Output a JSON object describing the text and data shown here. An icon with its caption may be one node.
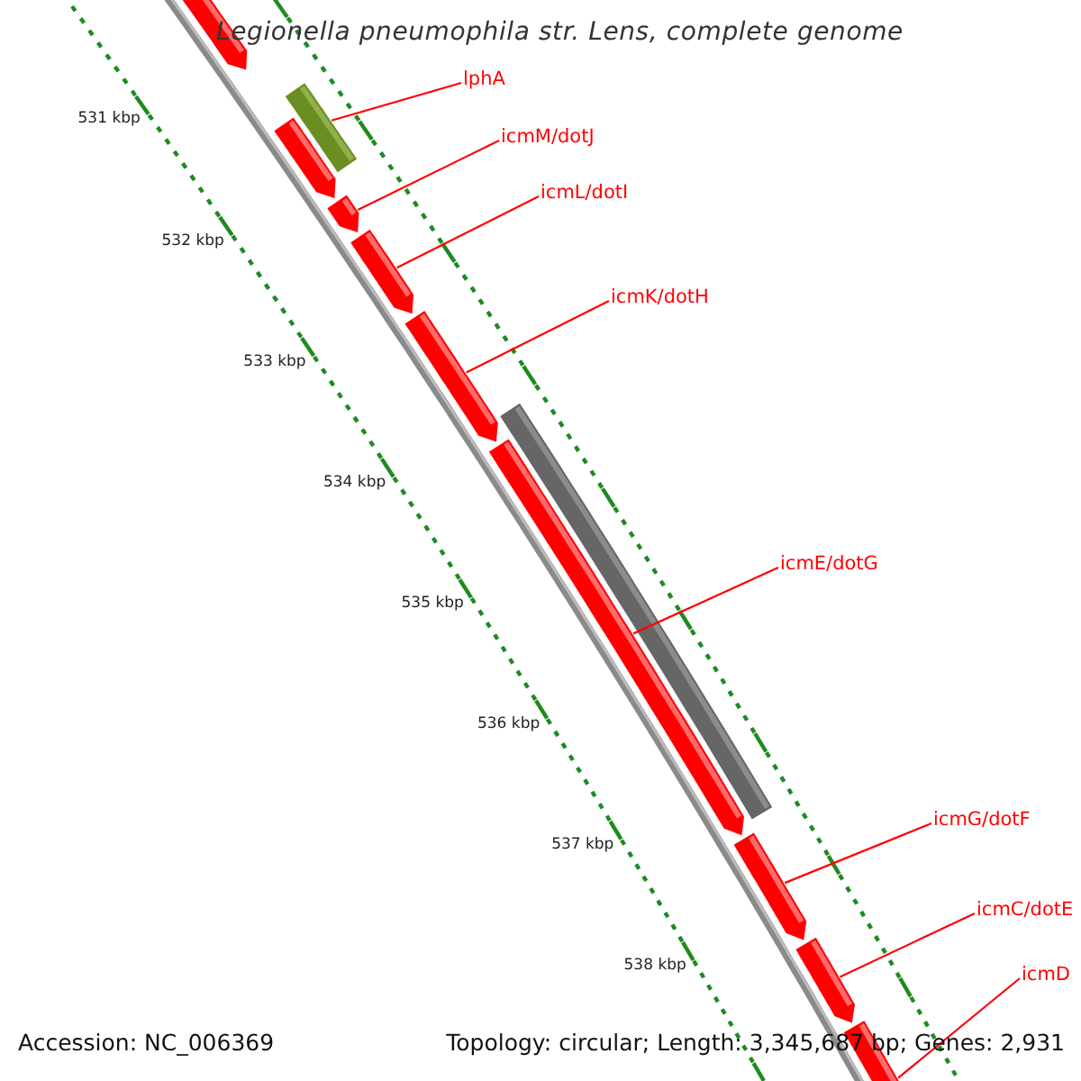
{
  "diagram": {
    "title": "Legionella pneumophila str. Lens, complete genome",
    "nodes": [
      {
        "text": [
          "lphA"
        ]
      },
      {
        "text": [
          "icmM/dotJ"
        ]
      },
      {
        "text": [
          "icmL/dotI"
        ]
      },
      {
        "text": [
          "icmK/dotH"
        ]
      },
      {
        "text": [
          "icmE/dotG"
        ]
      },
      {
        "text": [
          "icmG/dotF"
        ]
      },
      {
        "text": [
          "icmC/dotE"
        ]
      },
      {
        "text": [
          "icmD"
        ]
      },
      {
        "text": [],
        "shape": "bar"
      },
      {
        "text": [],
        "shape": "bar"
      },
      {
        "text": [],
        "shape": "bar"
      },
      {
        "text": [],
        "shape": "bar"
      },
      {
        "text": [],
        "shape": "bar"
      },
      {
        "text": [],
        "shape": "bar"
      },
      {
        "text": [],
        "shape": "bar"
      },
      {
        "text": [],
        "shape": "bar"
      },
      {
        "text": [],
        "shape": "bar"
      },
      {
        "text": [],
        "shape": "bar"
      },
      {
        "text": [],
        "shape": "bar"
      }
    ],
    "edges": [
      {
        "from": 0,
        "to": 9,
        "arrow": "none"
      },
      {
        "from": 1,
        "to": 11,
        "arrow": "none"
      },
      {
        "from": 2,
        "to": 12,
        "arrow": "none"
      },
      {
        "from": 3,
        "to": 13,
        "arrow": "none"
      },
      {
        "from": 4,
        "to": 15,
        "arrow": "none"
      },
      {
        "from": 5,
        "to": 16,
        "arrow": "none"
      },
      {
        "from": 6,
        "to": 17,
        "arrow": "none"
      },
      {
        "from": 7,
        "to": 18,
        "arrow": "none"
      }
    ],
    "labels": [
      "531 kbp",
      "532 kbp",
      "533 kbp",
      "534 kbp",
      "535 kbp",
      "536 kbp",
      "537 kbp",
      "538 kbp",
      "Accession: NC_006369",
      "Topology: circular; Length: 3,345,687 bp; Genes: 2,931"
    ]
  }
}
